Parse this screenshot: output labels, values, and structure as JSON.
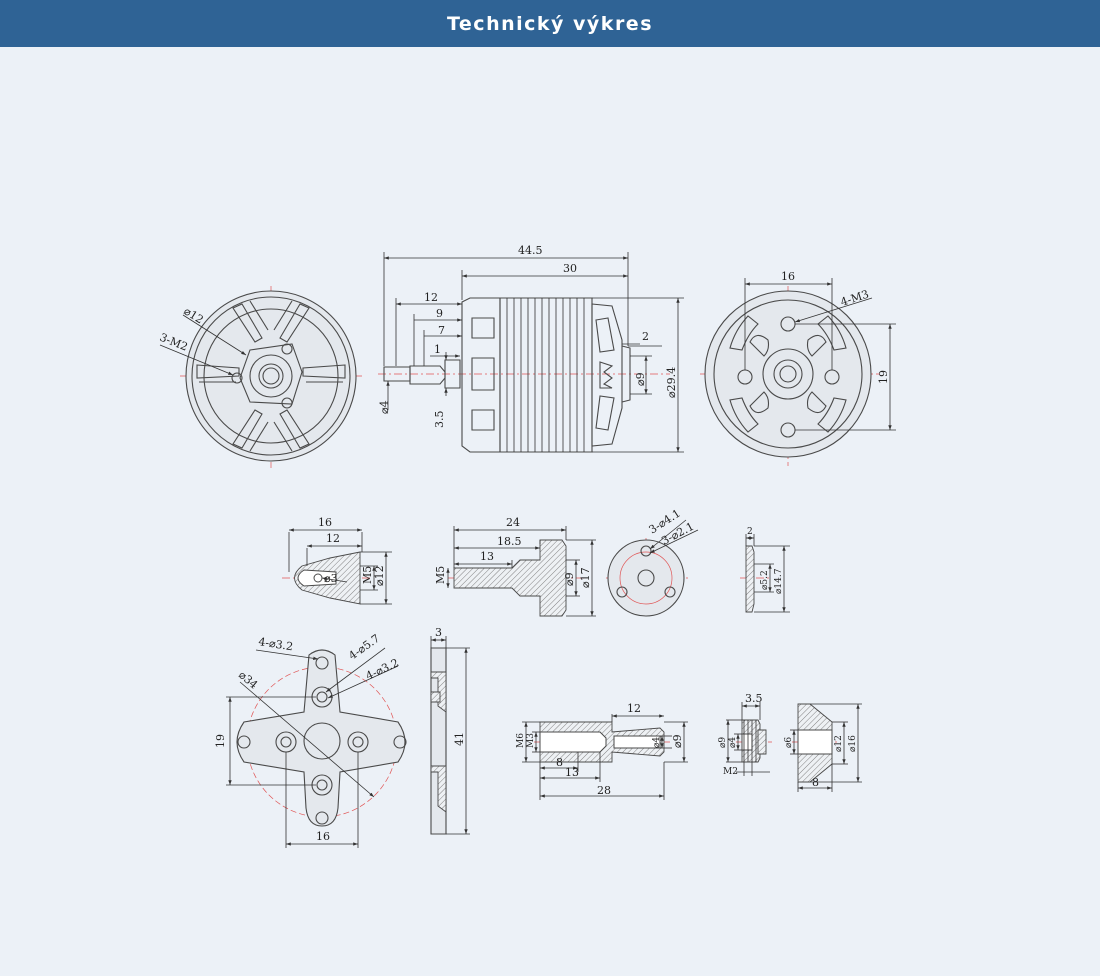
{
  "header": {
    "title": "Technický výkres"
  },
  "views": {
    "front": {
      "d12": "⌀12",
      "m2": "3-M2"
    },
    "side": {
      "l445": "44.5",
      "l30": "30",
      "l12": "12",
      "l9": "9",
      "l7": "7",
      "l1": "1",
      "l35": "3.5",
      "d4": "⌀4",
      "l2": "2",
      "d9": "⌀9",
      "d294": "⌀29.4"
    },
    "rear": {
      "l16": "16",
      "m3": "4-M3",
      "l19": "19"
    },
    "spinner": {
      "l16": "16",
      "l12": "12",
      "d3": "⌀3",
      "m5": "M5",
      "d12": "⌀12"
    },
    "adapter": {
      "l24": "24",
      "l185": "18.5",
      "l13": "13",
      "m5": "M5",
      "d9": "⌀9",
      "d17": "⌀17"
    },
    "washer": {
      "d41": "3-⌀4.1",
      "d21": "3-⌀2.1"
    },
    "collar": {
      "l2": "2",
      "d52": "⌀5.2",
      "d147": "⌀14.7"
    },
    "mount": {
      "d32a": "4-⌀3.2",
      "d57": "4-⌀5.7",
      "d32b": "4-⌀3.2",
      "d34": "⌀34",
      "l19": "19",
      "l16": "16"
    },
    "mountside": {
      "l3": "3",
      "l41": "41"
    },
    "shaft": {
      "l12": "12",
      "m6": "M6",
      "m3": "M3",
      "d4": "⌀4",
      "d9": "⌀9",
      "l8": "8",
      "l13": "13",
      "l28": "28"
    },
    "nut": {
      "l35": "3.5",
      "d9": "⌀9",
      "d4": "⌀4",
      "m2": "M2"
    },
    "bush": {
      "d6": "⌀6",
      "d12": "⌀12",
      "d16": "⌀16",
      "l8": "8"
    }
  }
}
